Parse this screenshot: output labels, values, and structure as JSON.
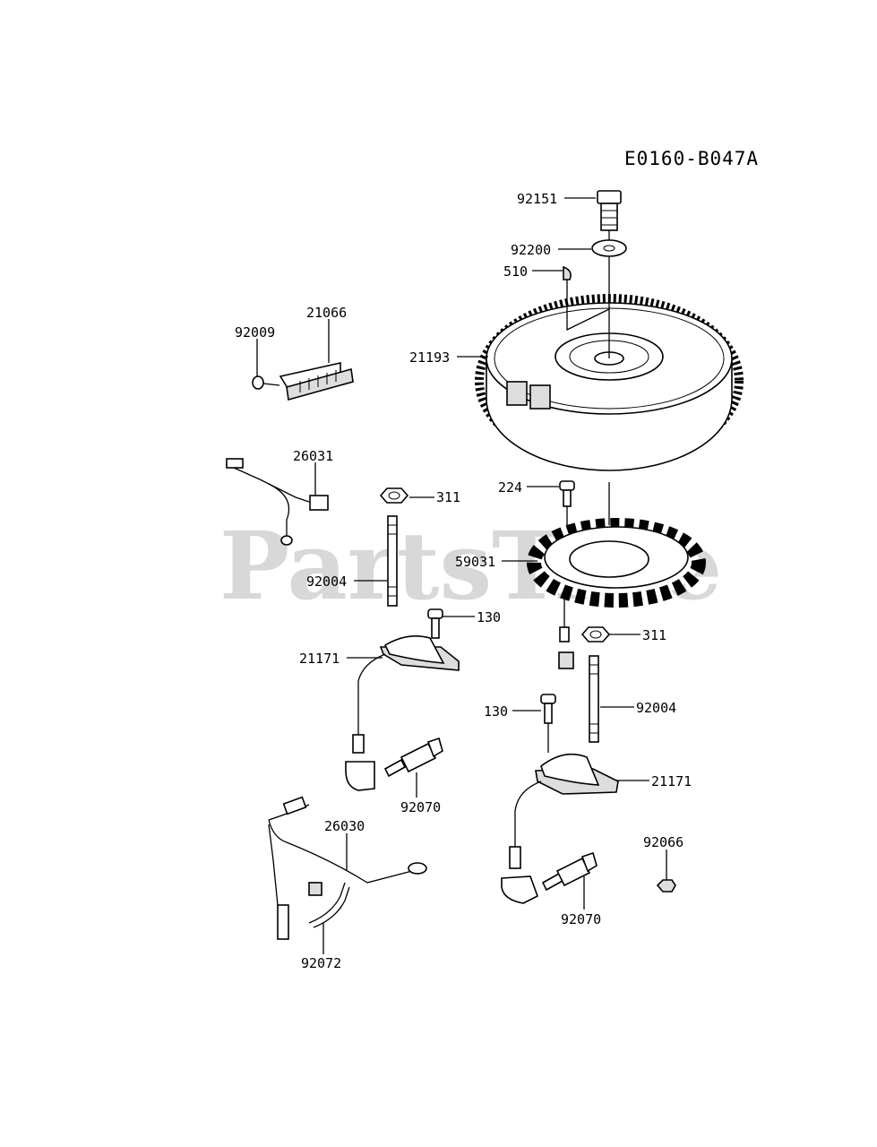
{
  "diagram_code": "E0160-B047A",
  "watermark": "PartsTree",
  "parts": [
    {
      "id": "p92151",
      "label": "92151"
    },
    {
      "id": "p92200",
      "label": "92200"
    },
    {
      "id": "p510",
      "label": "510"
    },
    {
      "id": "p21193",
      "label": "21193"
    },
    {
      "id": "p21066",
      "label": "21066"
    },
    {
      "id": "p92009",
      "label": "92009"
    },
    {
      "id": "p26031",
      "label": "26031"
    },
    {
      "id": "p311a",
      "label": "311"
    },
    {
      "id": "p92004a",
      "label": "92004"
    },
    {
      "id": "p224",
      "label": "224"
    },
    {
      "id": "p59031",
      "label": "59031"
    },
    {
      "id": "p130a",
      "label": "130"
    },
    {
      "id": "p311b",
      "label": "311"
    },
    {
      "id": "p21171a",
      "label": "21171"
    },
    {
      "id": "p130b",
      "label": "130"
    },
    {
      "id": "p92004b",
      "label": "92004"
    },
    {
      "id": "p92070a",
      "label": "92070"
    },
    {
      "id": "p21171b",
      "label": "21171"
    },
    {
      "id": "p26030",
      "label": "26030"
    },
    {
      "id": "p92066",
      "label": "92066"
    },
    {
      "id": "p92070b",
      "label": "92070"
    },
    {
      "id": "p92072",
      "label": "92072"
    }
  ]
}
